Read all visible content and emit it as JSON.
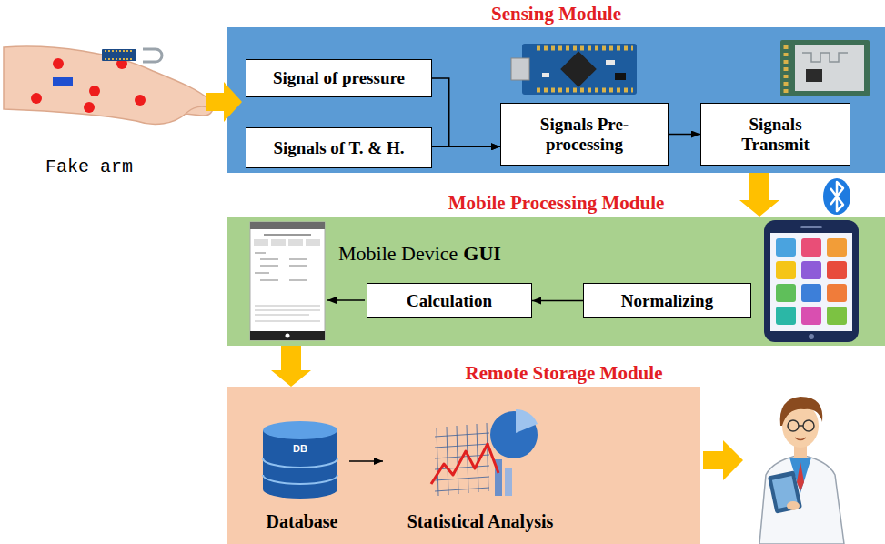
{
  "diagram": {
    "nodes": [
      {
        "text": [
          "Sensing Module"
        ]
      },
      {
        "text": [
          "Signal of pressure"
        ],
        "in": 0
      },
      {
        "text": [
          "Signals of T. & H."
        ],
        "in": 0
      },
      {
        "text": [
          "Signals Pre-processing"
        ],
        "in": 0
      },
      {
        "text": [
          "Signals Transmit"
        ],
        "in": 0
      },
      {
        "text": [
          "Mobile Processing Module"
        ]
      },
      {
        "text": [
          "Calculation"
        ],
        "in": 5
      },
      {
        "text": [
          "Normalizing"
        ],
        "in": 5
      },
      {
        "text": [
          "Remote Storage Module"
        ]
      },
      {
        "text": [
          "DB",
          "Database"
        ],
        "in": 8
      },
      {
        "text": [
          "Statistical Analysis"
        ],
        "in": 8
      }
    ],
    "edges": [
      {
        "from": 1,
        "to": 3,
        "arrow": "to"
      },
      {
        "from": 2,
        "to": 3,
        "arrow": "to"
      },
      {
        "from": 3,
        "to": 4,
        "arrow": "to"
      },
      {
        "from": 0,
        "to": 5,
        "arrow": "to"
      },
      {
        "from": 7,
        "to": 6,
        "arrow": "to"
      },
      {
        "from": 5,
        "to": 8,
        "arrow": "to"
      },
      {
        "from": 9,
        "to": 10,
        "arrow": "to"
      }
    ],
    "labels": [
      "Fake arm",
      "Mobile Device",
      "GUI"
    ]
  }
}
